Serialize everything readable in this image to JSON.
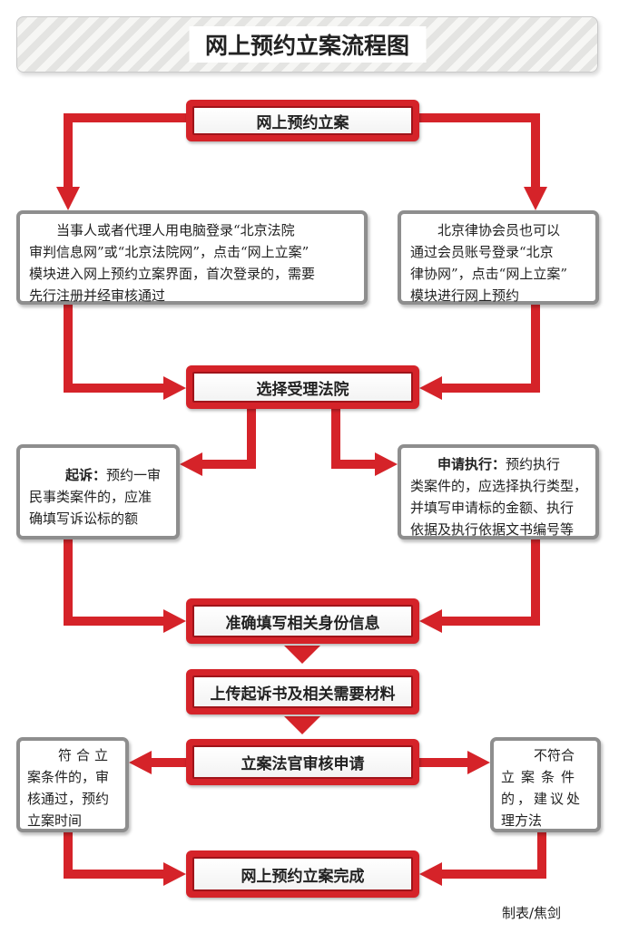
{
  "title": "网上预约立案流程图",
  "steps": {
    "s1": "网上预约立案",
    "s2": "选择受理法院",
    "s3": "准确填写相关身份信息",
    "s4": "上传起诉书及相关需要材料",
    "s5": "立案法官审核申请",
    "s6": "网上预约立案完成"
  },
  "notes": {
    "login": [
      "当事人或者代理人用电脑登录“北京法院",
      "审判信息网”或“北京法院网”，点击“网上立案”",
      "模块进入网上预约立案界面，首次登录的，需要",
      "先行注册并经审核通过"
    ],
    "lawyer": [
      "北京律协会员也可以",
      "通过会员账号登录“北京",
      "律协网”，点击“网上立案”",
      "模块进行网上预约"
    ],
    "sue_label": "起诉：",
    "sue": [
      "预约一审",
      "民事类案件的，应准",
      "确填写诉讼标的额"
    ],
    "exec_label": "申请执行：",
    "exec": [
      "预约执行",
      "类案件的，应选择执行类型，",
      "并填写申请标的金额、执行",
      "依据及执行依据文书编号等"
    ],
    "pass": [
      "符合立",
      "案条件的，审",
      "核通过，预约",
      "立案时间"
    ],
    "fail": [
      "不符合",
      "立案条件",
      "的，建议处",
      "理方法"
    ]
  },
  "credit": "制表/焦剑",
  "colors": {
    "arrow": "#d52329",
    "frame": "#8e8e8e"
  }
}
